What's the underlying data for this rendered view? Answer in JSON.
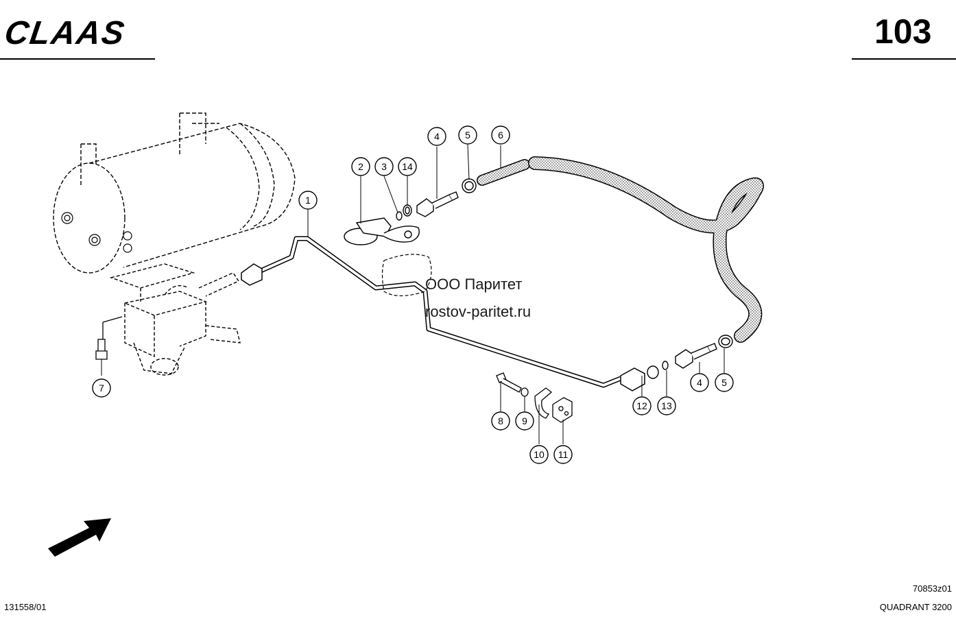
{
  "header": {
    "brand": "CLAAS",
    "page_number": "103"
  },
  "watermark": {
    "line1": "ООО Паритет",
    "line2": "rostov-paritet.ru"
  },
  "footer": {
    "left_code": "131558/01",
    "drawing_code": "70853z01",
    "model": "QUADRANT 3200"
  },
  "callouts": {
    "c1": "1",
    "c2": "2",
    "c3": "3",
    "c14": "14",
    "c4a": "4",
    "c5a": "5",
    "c6": "6",
    "c7": "7",
    "c8": "8",
    "c9": "9",
    "c10": "10",
    "c11": "11",
    "c12": "12",
    "c13": "13",
    "c4b": "4",
    "c5b": "5"
  }
}
